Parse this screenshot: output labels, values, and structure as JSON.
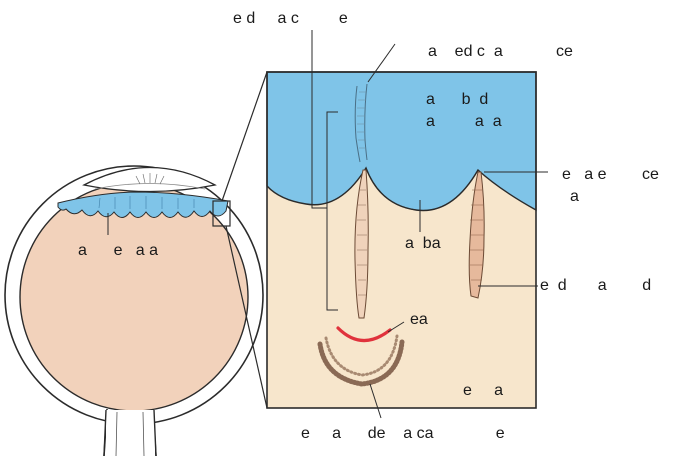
{
  "labels": {
    "top_left": "e d     a c         e",
    "top_right": "a    ed c  a            ce",
    "blue_main_line1": "a      b  d",
    "blue_main_line2": "a         a  a",
    "right_upper_line1": "e   a e        ce",
    "right_upper_line2": "a",
    "pouch": "a  ba",
    "right_lower": "e  d       a        d",
    "red_arc": "ea",
    "bottom_right": "e     a",
    "bottom": "e     a      de    a ca              e",
    "eye_left": "a      e   a a"
  },
  "colors": {
    "vitreous_blue": "#7fc4e8",
    "retina_tissue": "#f7e6cc",
    "globe_fill": "#f2d2bb",
    "outline": "#2b2b2b",
    "red_mark": "#e0323c"
  }
}
